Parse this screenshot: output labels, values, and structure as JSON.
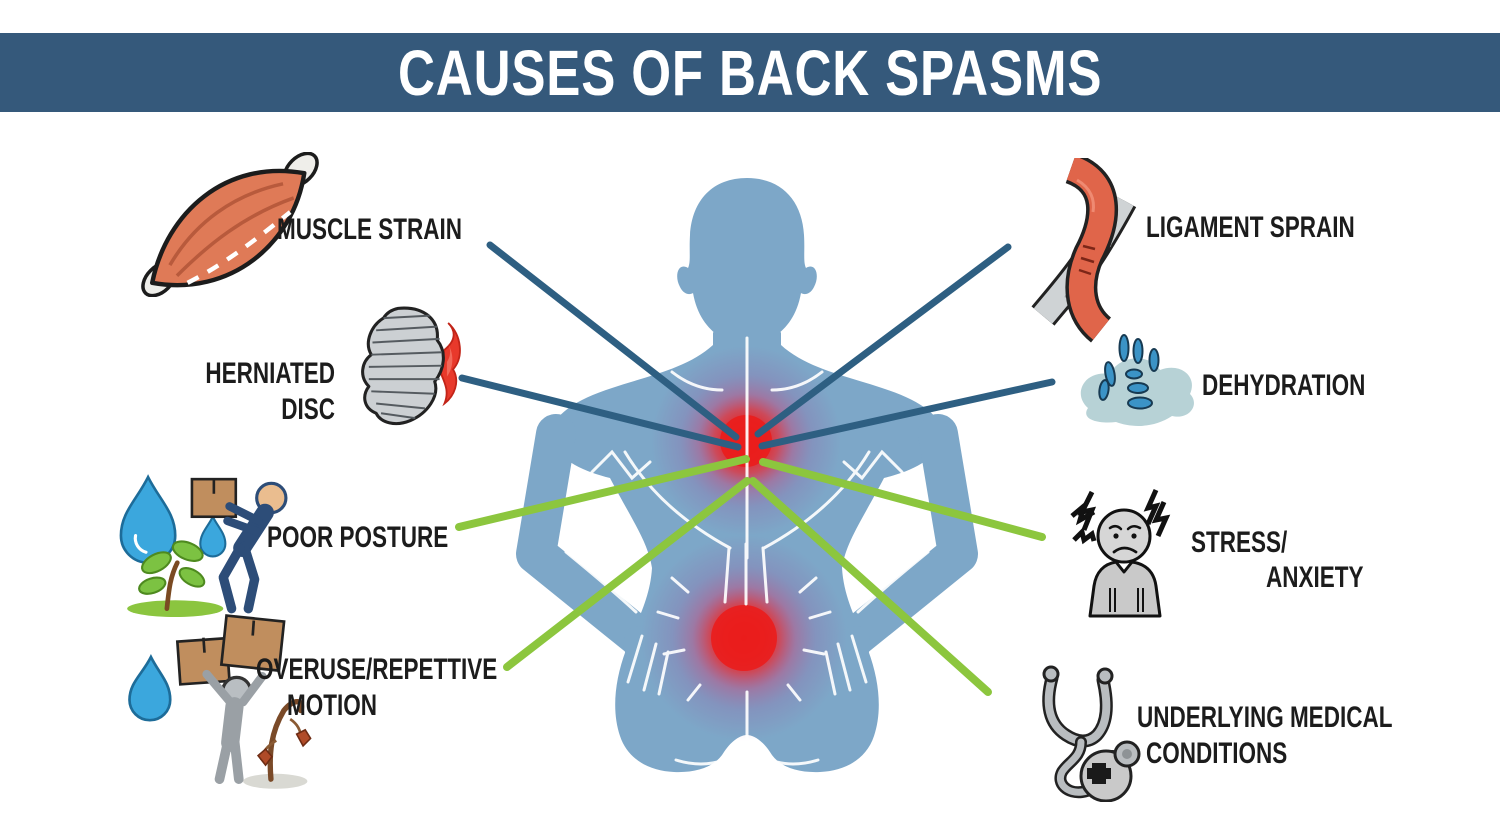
{
  "title": "CAUSES OF BACK SPASMS",
  "causes": [
    {
      "name": "muscle-strain",
      "side": "left",
      "lines": [
        "MUSCLE STRAIN"
      ],
      "icon": "muscle-icon"
    },
    {
      "name": "herniated-disc",
      "side": "left",
      "lines": [
        "HERNIATED",
        "DISC"
      ],
      "icon": "spinal-disc-icon"
    },
    {
      "name": "poor-posture",
      "side": "left",
      "lines": [
        "POOR POSTURE"
      ],
      "icon": "person-lifting-box-icon"
    },
    {
      "name": "overuse-repetitive-motion",
      "side": "left",
      "lines": [
        "OVERUSE/REPETTIVE",
        "MOTION"
      ],
      "icon": "person-carrying-boxes-icon"
    },
    {
      "name": "ligament-sprain",
      "side": "right",
      "lines": [
        "LIGAMENT SPRAIN"
      ],
      "icon": "crossed-ligament-icon"
    },
    {
      "name": "dehydration",
      "side": "right",
      "lines": [
        "DEHYDRATION"
      ],
      "icon": "dry-sponge-droplets-icon"
    },
    {
      "name": "stress-anxiety",
      "side": "right",
      "lines": [
        "STRESS/",
        "ANXIETY"
      ],
      "icon": "stressed-person-icon"
    },
    {
      "name": "underlying-medical-conditions",
      "side": "right",
      "lines": [
        "UNDERLYING MEDICAL",
        "CONDITIONS"
      ],
      "icon": "stethoscope-icon"
    }
  ],
  "figure": {
    "type": "human-back-silhouette",
    "pain_spots": [
      "upper-back",
      "lower-back"
    ]
  },
  "colors": {
    "background": "#ffffff",
    "header_bar": "#35597b",
    "title_text": "#ffffff",
    "label_text": "#1c1c1c",
    "connector_dark_blue": "#2e5f82",
    "connector_green": "#8cc63e",
    "body_blue": "#7da7c8",
    "pain_red": "#e8201d"
  }
}
